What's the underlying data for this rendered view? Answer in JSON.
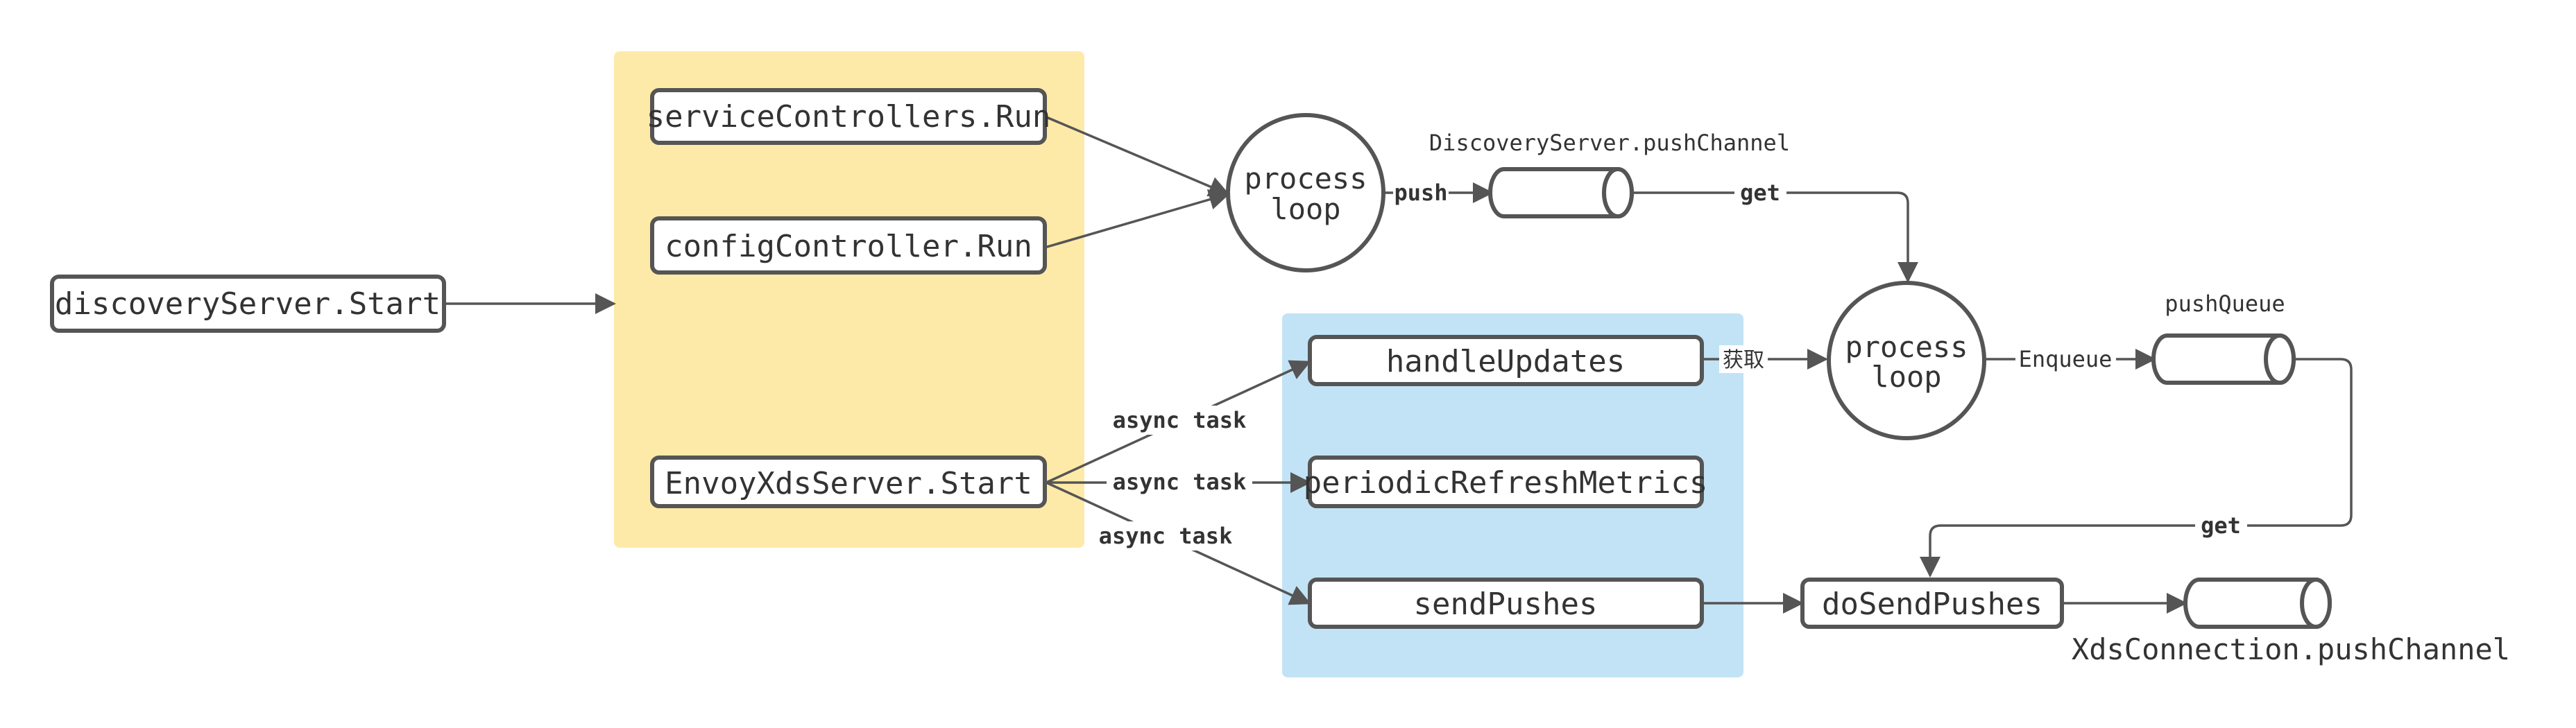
{
  "colors": {
    "yellow_group": "#feeaa8",
    "blue_group": "#c2e3f5",
    "stroke": "#555555",
    "text": "#333333"
  },
  "nodes": {
    "discovery_server_start": "discoveryServer.Start",
    "service_controllers_run": "serviceControllers.Run",
    "config_controller_run": "configController.Run",
    "envoy_xds_server_start": "EnvoyXdsServer.Start",
    "handle_updates": "handleUpdates",
    "periodic_refresh_metrics": "periodicRefreshMetrics",
    "send_pushes": "sendPushes",
    "do_send_pushes": "doSendPushes"
  },
  "process_loop_1": {
    "line1": "process",
    "line2": "loop"
  },
  "process_loop_2": {
    "line1": "process",
    "line2": "loop"
  },
  "queues": {
    "discovery_push_channel": "DiscoveryServer.pushChannel",
    "push_queue": "pushQueue",
    "xds_connection_push_channel": "XdsConnection.pushChannel"
  },
  "edge_labels": {
    "push": "push",
    "get_1": "get",
    "fetch": "获取",
    "enqueue": "Enqueue",
    "get_2": "get",
    "async_task_1": "async task",
    "async_task_2": "async task",
    "async_task_3": "async task"
  }
}
